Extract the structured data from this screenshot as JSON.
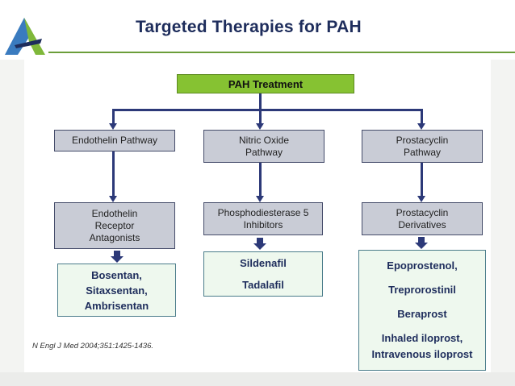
{
  "title": "Targeted Therapies for PAH",
  "root": "PAH Treatment",
  "columns": [
    {
      "pathway": "Endothelin Pathway",
      "class": "Endothelin Receptor Antagonists",
      "drugs": [
        "Bosentan,",
        "Sitaxsentan,",
        "Ambrisentan"
      ]
    },
    {
      "pathway": "Nitric Oxide Pathway",
      "class": "Phosphodiesterase 5 Inhibitors",
      "drugs": [
        "Sildenafil",
        "Tadalafil"
      ]
    },
    {
      "pathway": "Prostacyclin Pathway",
      "class": "Prostacyclin Derivatives",
      "drugs": [
        "Epoprostenol,",
        "Treprorostinil",
        "Beraprost",
        "Inhaled iloprost, Intravenous iloprost"
      ]
    }
  ],
  "citation": "N Engl J Med 2004;351:1425-1436.",
  "colors": {
    "title": "#1e2d5c",
    "root_fill": "#86c232",
    "node_fill": "#c9ccd6",
    "drug_fill": "#eef8ee",
    "connector": "#2c3978",
    "accent_rule": "#6b9e3a"
  }
}
